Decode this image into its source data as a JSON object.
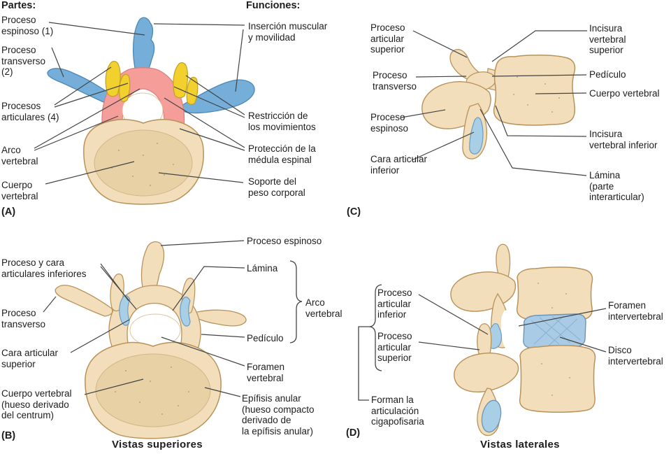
{
  "figure_type": "anatomical diagram - vertebra (partes y funciones)",
  "colors": {
    "background": "#ffffff",
    "bone": "#f2deba",
    "bone_inner": "#e7d1a5",
    "bone_outline": "#b8925a",
    "process_blue": "#74aed9",
    "articular_yellow": "#f2d12f",
    "arch_pink": "#f59e99",
    "facet_blue": "#a9cfe7",
    "disc_blue": "#a9cbe5",
    "leader_line": "#444444",
    "text": "#1d1d1d"
  },
  "panel_a": {
    "marker": "(A)",
    "parts_header": "Partes:",
    "functions_header": "Funciones:",
    "parts": [
      "Proceso\nespinoso (1)",
      "Proceso\ntransverso\n(2)",
      "Procesos\narticulares (4)",
      "Arco\nvertebral",
      "Cuerpo\nvertebral"
    ],
    "functions": [
      "Inserción muscular\ny movilidad",
      "Restricción de\nlos movimientos",
      "Protección de la\nmédula espinal",
      "Soporte del\npeso corporal"
    ]
  },
  "panel_b": {
    "marker": "(B)",
    "caption": "Vistas superiores",
    "labels": [
      "Proceso y cara\narticulares inferiores",
      "Proceso\ntransverso",
      "Cara articular\nsuperior",
      "Cuerpo vertebral\n(hueso derivado\ndel centrum)",
      "Proceso espinoso",
      "Lámina",
      "Arco\nvertebral",
      "Pedículo",
      "Foramen\nvertebral",
      "Epífisis anular\n(hueso compacto\nderivado de\nla epífisis anular)"
    ]
  },
  "panel_c": {
    "marker": "(C)",
    "labels": [
      "Proceso\narticular\nsuperior",
      "Proceso\ntransverso",
      "Proceso\nespinoso",
      "Cara articular\ninferior",
      "Incisura\nvertebral\nsuperior",
      "Pedículo",
      "Cuerpo vertebral",
      "Incisura\nvertebral inferior",
      "Lámina\n(parte\ninterarticular)"
    ]
  },
  "panel_d": {
    "marker": "(D)",
    "caption": "Vistas laterales",
    "labels": [
      "Proceso\narticular\ninferior",
      "Proceso\narticular\nsuperior",
      "Forman la\narticulación\ncigapofisaria",
      "Foramen\nintervertebral",
      "Disco\nintervertebral"
    ]
  }
}
